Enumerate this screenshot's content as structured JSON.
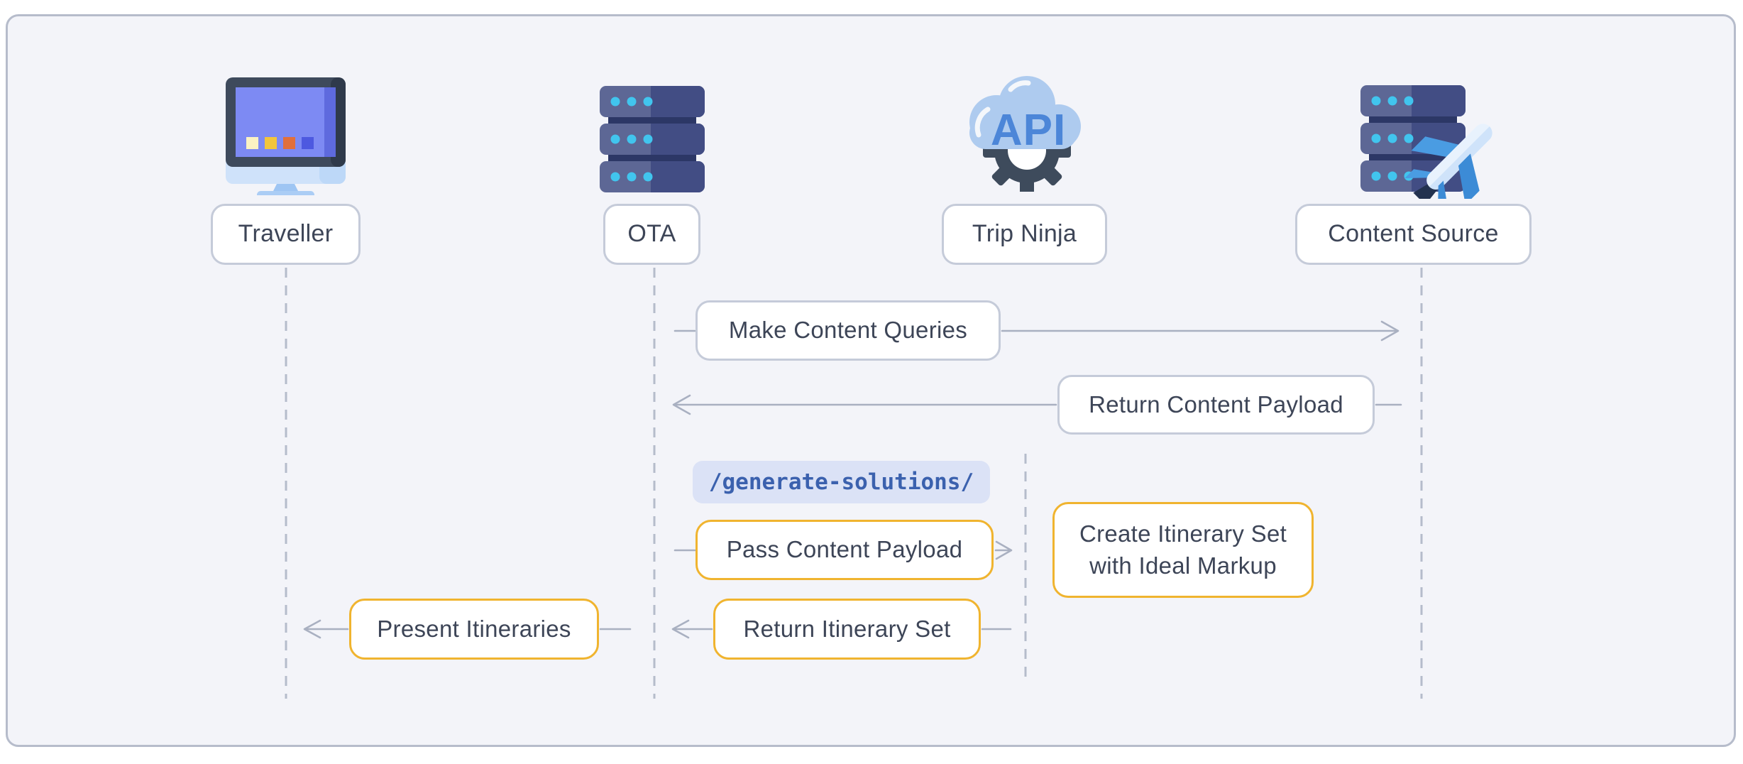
{
  "diagram": {
    "type": "sequence-diagram",
    "actors": [
      {
        "id": "traveller",
        "label": "Traveller",
        "icon": "monitor-icon"
      },
      {
        "id": "ota",
        "label": "OTA",
        "icon": "server-icon"
      },
      {
        "id": "trip-ninja",
        "label": "Trip Ninja",
        "icon": "api-cloud-gear-icon"
      },
      {
        "id": "content-source",
        "label": "Content Source",
        "icon": "server-airplane-icon"
      }
    ],
    "endpoint_chip": {
      "label": "/generate-solutions/"
    },
    "messages": [
      {
        "label": "Make Content Queries",
        "from": "ota",
        "to": "content-source",
        "style": "gray"
      },
      {
        "label": "Return Content Payload",
        "from": "content-source",
        "to": "ota",
        "style": "gray"
      },
      {
        "label": "Pass Content Payload",
        "from": "ota",
        "to": "trip-ninja",
        "style": "yellow"
      },
      {
        "label": "Create Itinerary Set with Ideal Markup",
        "from": "trip-ninja",
        "to": "trip-ninja",
        "style": "yellow"
      },
      {
        "label": "Return Itinerary Set",
        "from": "trip-ninja",
        "to": "ota",
        "style": "yellow"
      },
      {
        "label": "Present Itineraries",
        "from": "ota",
        "to": "traveller",
        "style": "yellow"
      }
    ],
    "colors": {
      "panel_bg": "#f3f4f9",
      "panel_border": "#b6bccb",
      "box_border_gray": "#c5cbd9",
      "box_border_yellow": "#f0b42f",
      "lifeline_gray": "#b5bccb",
      "arrow_gray": "#a9b0c1",
      "text_dark": "#3d4557",
      "chip_bg": "#dbe2f6",
      "chip_text": "#3b61ae",
      "icon_dark_slate": "#3e4a5c",
      "icon_server_left": "#5d6795",
      "icon_server_right": "#424d84",
      "icon_dot_cyan": "#41c5ee",
      "icon_cloud_blue": "#aecbef",
      "icon_api_blue": "#4c86d8"
    }
  }
}
